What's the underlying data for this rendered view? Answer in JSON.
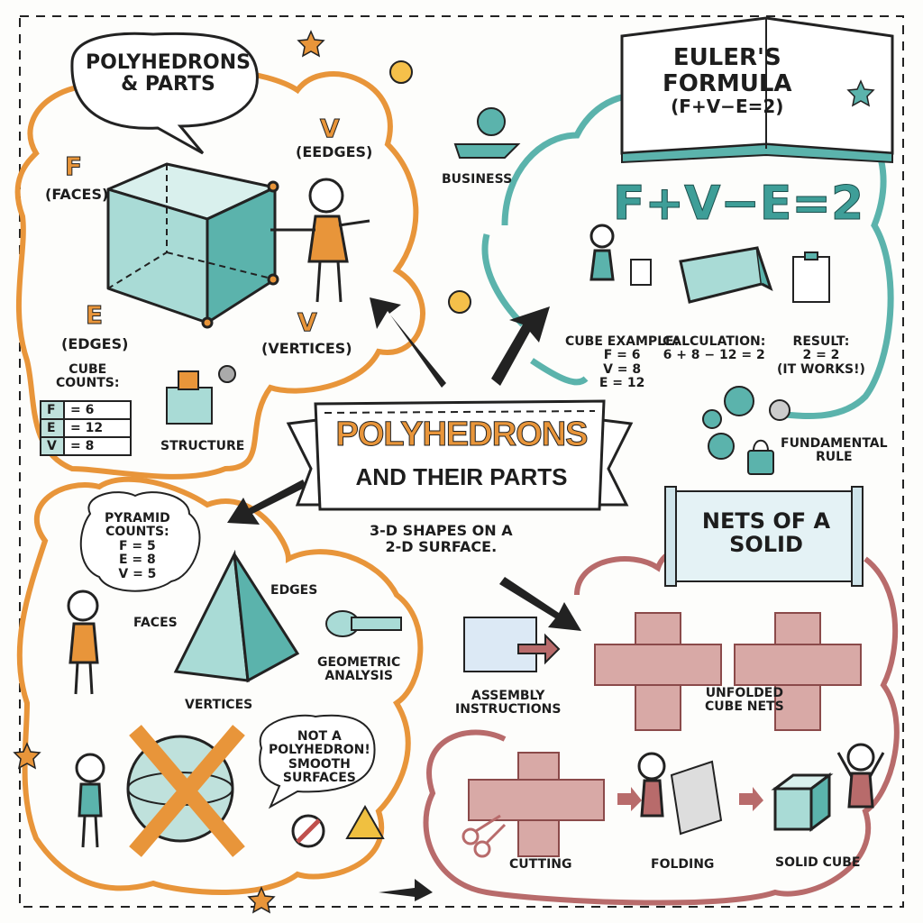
{
  "title_bubble": {
    "line1": "POLYHEDRONS",
    "line2": "& PARTS"
  },
  "euler_book": {
    "line1": "EULER'S",
    "line2": "FORMULA",
    "line3": "(F+V−E=2)"
  },
  "euler_big": "F+V−E=2",
  "business": "BUSINESS",
  "cube_labels": {
    "f_letter": "F",
    "f_text": "(FACES)",
    "v_top_letter": "V",
    "v_top_text": "(EEDGES)",
    "e_letter": "E",
    "e_text": "(EDGES)",
    "v_letter": "V",
    "v_text": "(VERTICES)"
  },
  "cube_counts": {
    "title_line1": "CUBE",
    "title_line2": "COUNTS:",
    "rows": [
      {
        "k": "F",
        "v": "= 6"
      },
      {
        "k": "E",
        "v": "= 12"
      },
      {
        "k": "V",
        "v": "= 8"
      }
    ]
  },
  "structure": "STRUCTURE",
  "banner": {
    "title": "POLYHEDRONS",
    "subtitle": "AND THEIR PARTS",
    "caption_line1": "3-D SHAPES ON A",
    "caption_line2": "2-D SURFACE."
  },
  "euler_example": {
    "cube_example": "CUBE EXAMPLE:",
    "f": "F = 6",
    "v": "V = 8",
    "e": "E = 12",
    "calculation": "CALCULATION:",
    "calc_expr": "6 + 8 − 12 = 2",
    "result": "RESULT:",
    "result_expr": "2 = 2",
    "result_note": "(IT WORKS!)"
  },
  "fundamental_rule": {
    "line1": "FUNDAMENTAL",
    "line2": "RULE"
  },
  "pyramid_counts": {
    "line1": "PYRAMID",
    "line2": "COUNTS:",
    "f": "F = 5",
    "e": "E = 8",
    "v": "V = 5"
  },
  "pyramid_labels": {
    "edges": "EDGES",
    "faces": "FACES",
    "vertices": "VERTICES"
  },
  "geometric_analysis": {
    "line1": "GEOMETRIC",
    "line2": "ANALYSIS"
  },
  "not_polyhedron": {
    "line1": "NOT A",
    "line2": "POLYHEDRON!",
    "line3": "SMOOTH",
    "line4": "SURFACES"
  },
  "nets_title": {
    "line1": "NETS OF A",
    "line2": "SOLID"
  },
  "assembly": {
    "line1": "ASSEMBLY",
    "line2": "INSTRUCTIONS"
  },
  "unfolded": {
    "line1": "UNFOLDED",
    "line2": "CUBE NETS"
  },
  "steps": {
    "cutting": "CUTTING",
    "folding": "FOLDING",
    "solid_cube": "SOLID CUBE"
  },
  "colors": {
    "orange": "#e8953a",
    "teal": "#5bb3ac",
    "rose": "#b86b6b",
    "net_fill": "#d8a9a6",
    "glass": "#a9dbd6"
  }
}
